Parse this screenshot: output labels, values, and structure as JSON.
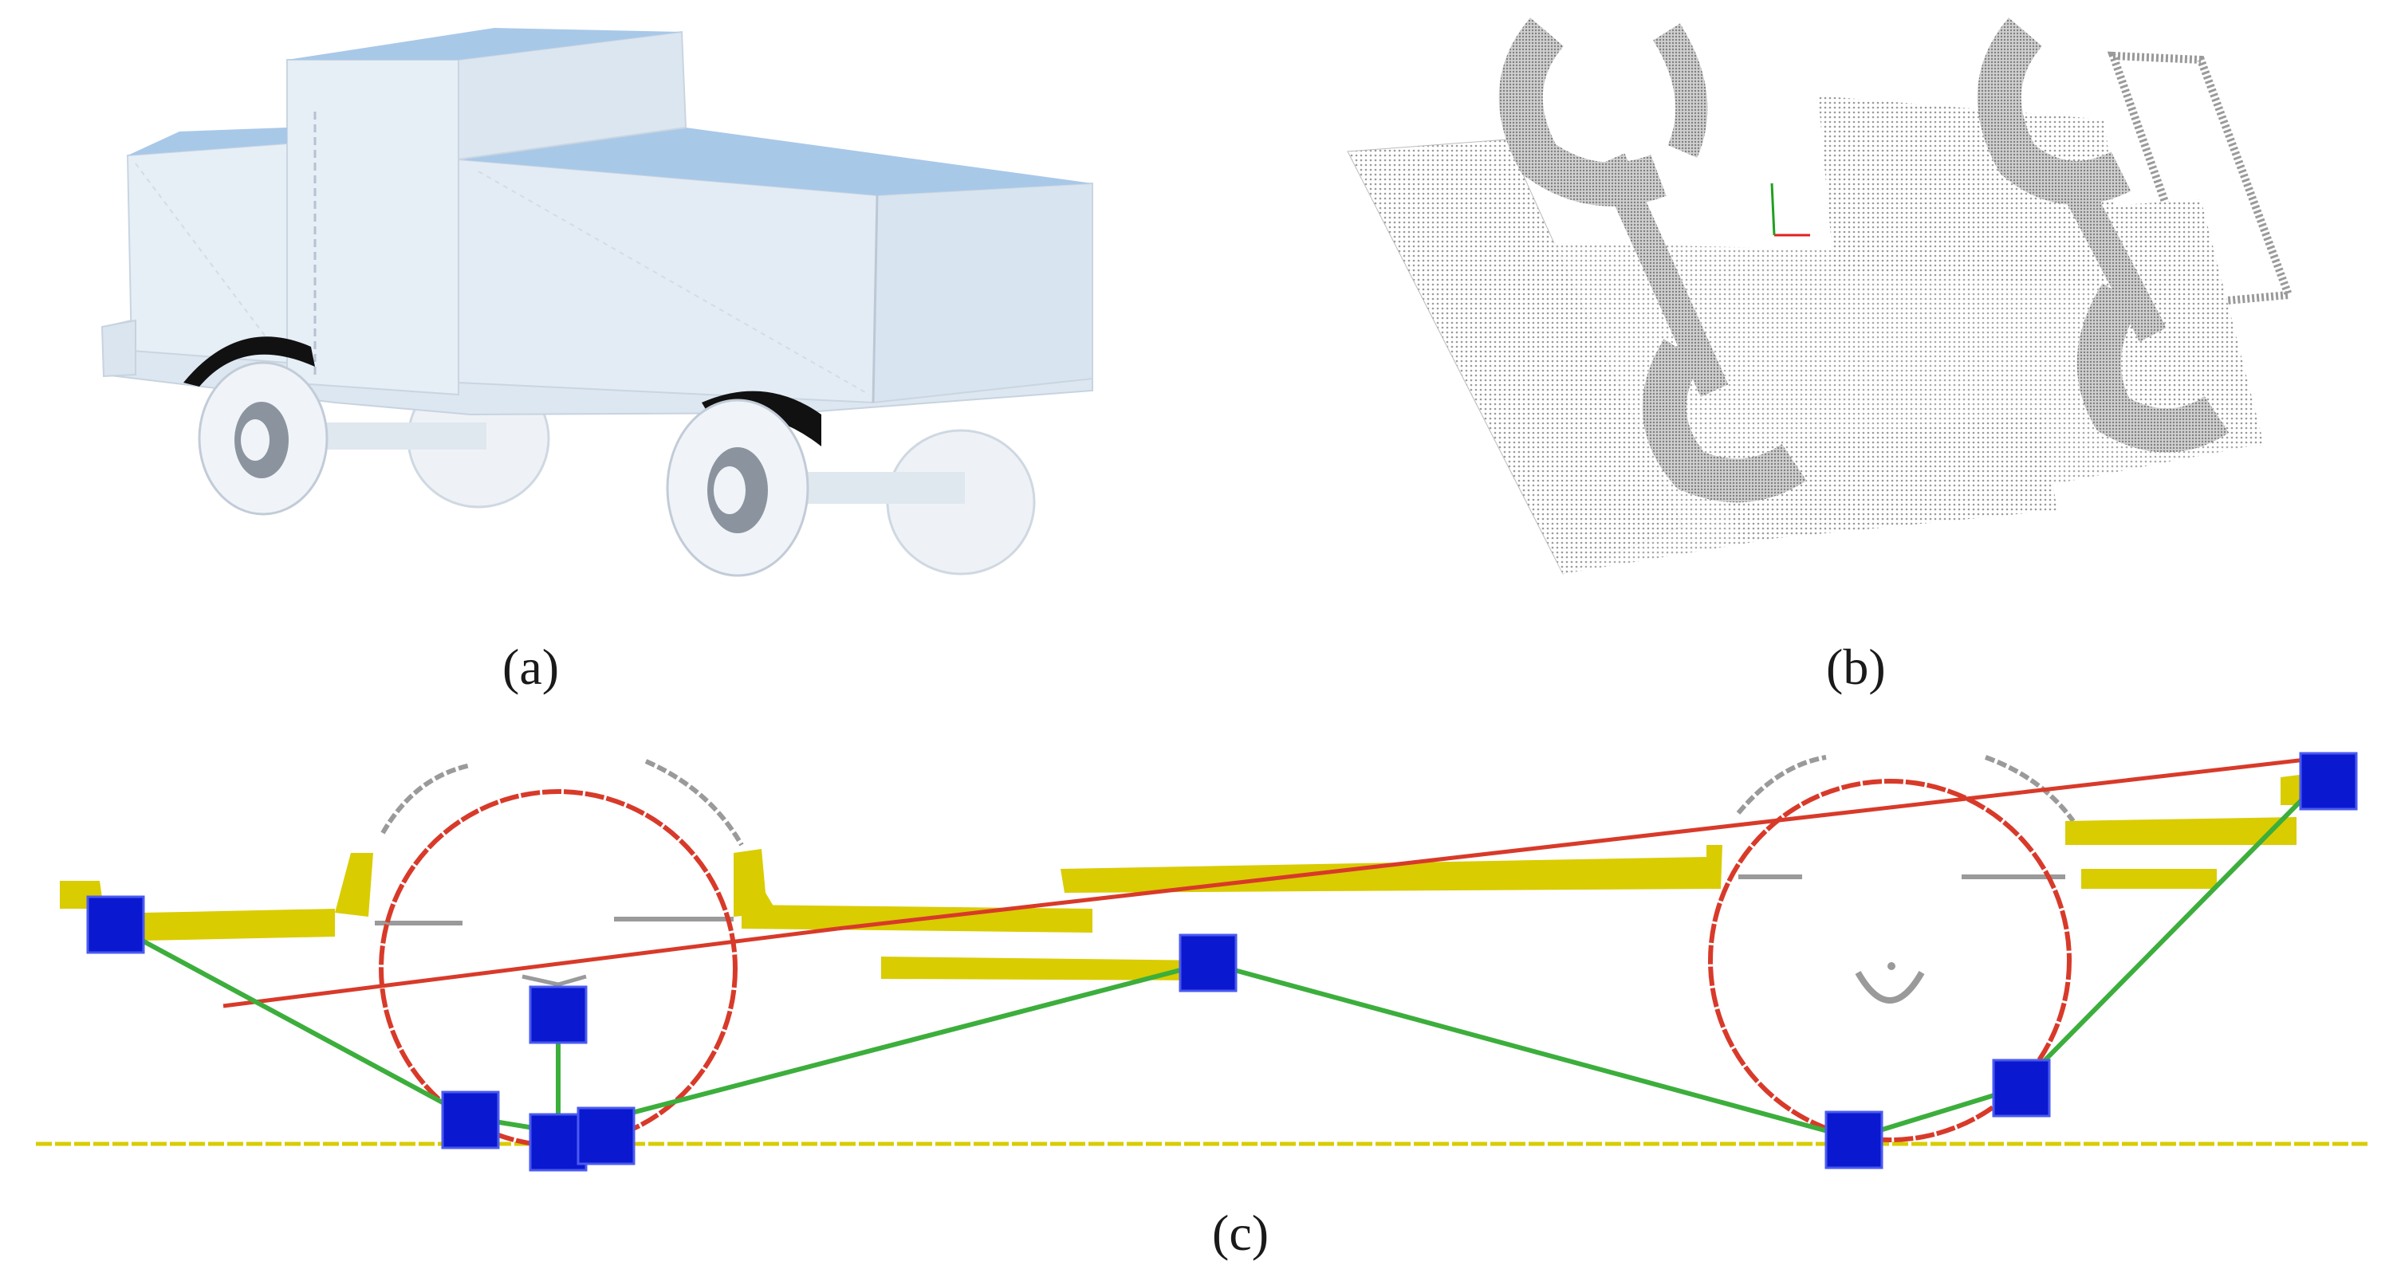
{
  "panels": [
    {
      "id": "a",
      "caption": "(a)",
      "content": "3d-truck-model"
    },
    {
      "id": "b",
      "caption": "(b)",
      "content": "point-cloud"
    },
    {
      "id": "c",
      "caption": "(c)",
      "content": "side-view-contact-diagram"
    }
  ],
  "colors": {
    "truck_body": "#e4edf5",
    "truck_top": "#a9c9e8",
    "point_cloud": "#9a9a9a",
    "yellow_part": "#d9cc00",
    "red_line": "#d83a2a",
    "green_line": "#3cae3c",
    "blue_marker": "#0a18d0",
    "gray_arc": "#9a9a9a",
    "axis_red": "#e02020",
    "axis_green": "#20a020"
  }
}
